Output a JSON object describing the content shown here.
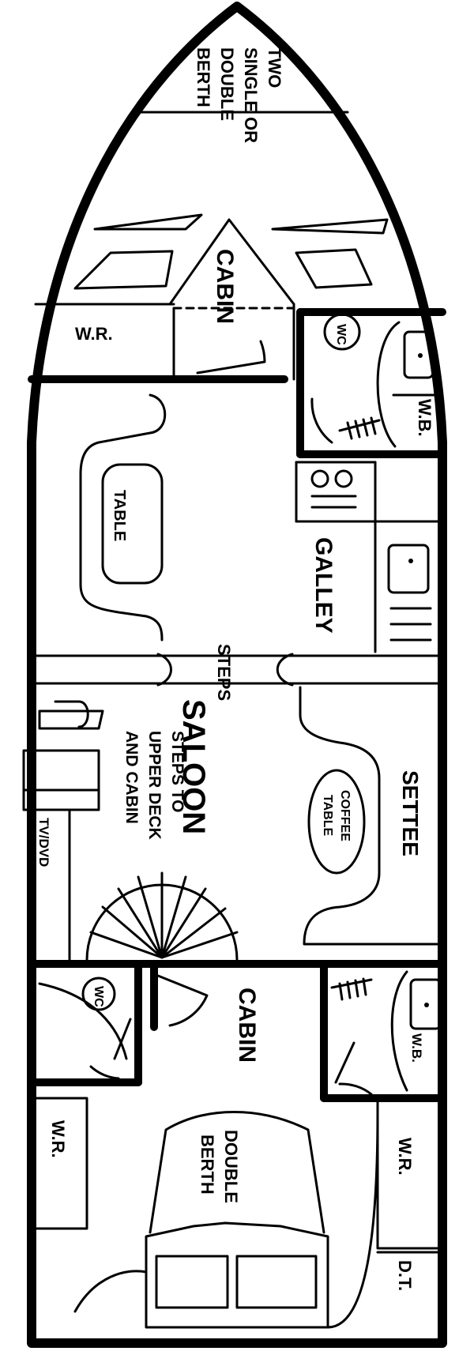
{
  "labels": {
    "fwd_berth": [
      "TWO",
      "SINGLE OR",
      "DOUBLE",
      "BERTH"
    ],
    "fwd_cabin": "CABIN",
    "fwd_wardrobe": "W.R.",
    "fwd_wc": "WC",
    "fwd_washbasin": "W.B.",
    "galley_table": "TABLE",
    "galley": "GALLEY",
    "steps": "STEPS",
    "saloon": "SALOON",
    "saloon_steps": [
      "STEPS TO",
      "UPPER DECK",
      "AND CABIN"
    ],
    "coffee_table": [
      "COFFEE",
      "TABLE"
    ],
    "settee": "SETTEE",
    "tv_dvd": "TV/DVD",
    "aft_wc": "WC",
    "aft_cabin": "CABIN",
    "aft_washbasin": "W.B.",
    "aft_wardrobe_port": "W.R.",
    "aft_berth": [
      "DOUBLE",
      "BERTH"
    ],
    "aft_wardrobe_stbd": "W.R.",
    "dressing_table": "D.T."
  }
}
